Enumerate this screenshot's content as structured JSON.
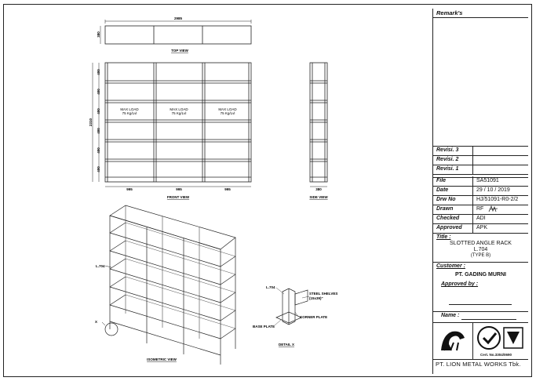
{
  "views": {
    "top": {
      "title": "TOP VIEW",
      "width": "2985",
      "depth": "380"
    },
    "front": {
      "title": "FRONT VIEW",
      "height": "2310",
      "bay_widths": [
        "995",
        "995",
        "995"
      ],
      "shelf_spacings": [
        "400",
        "400",
        "400",
        "400",
        "400",
        "400"
      ],
      "load_label": "MAX LOAD",
      "load_value": "75 Kg/Lvl"
    },
    "side": {
      "title": "SIDE VIEW",
      "depth": "380"
    },
    "isometric": {
      "title": "ISOMETRIC VIEW",
      "part_label": "L.704",
      "detail_marker": "X"
    },
    "detail": {
      "title": "DETAIL X",
      "labels": {
        "angle": "L.704",
        "shelves": "STEEL SHELVES",
        "shelves_size": "(15x39)\"",
        "corner": "CORNER PLATE",
        "base": "BASE PLATE"
      }
    }
  },
  "title_block": {
    "remarks_label": "Remark's",
    "revisions": [
      {
        "label": "Revisi. 3"
      },
      {
        "label": "Revisi. 2"
      },
      {
        "label": "Revisi. 1"
      }
    ],
    "fields": [
      {
        "label": "File",
        "value": "SA51091"
      },
      {
        "label": "Date",
        "value": "29 / 10 / 2019"
      },
      {
        "label": "Drw No",
        "value": "HJ/51091-R0-2/2"
      },
      {
        "label": "Drawn",
        "value": "RF"
      },
      {
        "label": "Checked",
        "value": "ADI"
      },
      {
        "label": "Approved",
        "value": "APK"
      }
    ],
    "title_label": "Title :",
    "title_lines": [
      "SLOTTED ANGLE RACK",
      "L.704",
      "(TYPE B)"
    ],
    "customer_label": "Customer :",
    "customer_value": "PT. GADING MURNI",
    "approved_by_label": "Approved by :",
    "name_label": "Name :",
    "cert_text": "Cert. No.3304/0690",
    "company": "PT. LION METAL WORKS Tbk."
  }
}
